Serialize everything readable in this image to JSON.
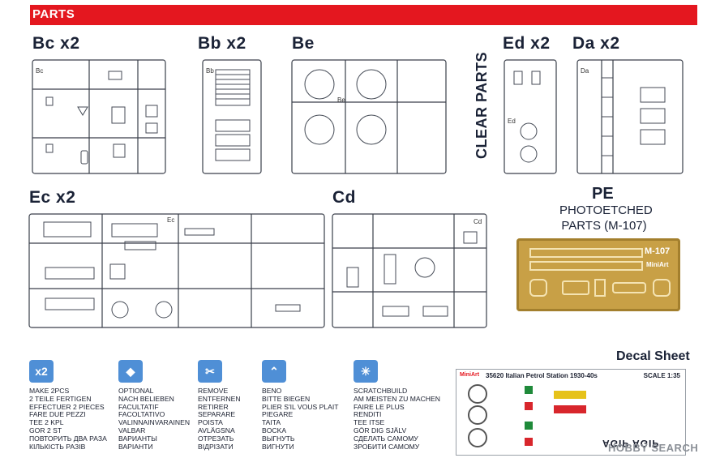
{
  "header": {
    "title": "PARTS"
  },
  "sprues": [
    {
      "id": "bc",
      "label": "Bc x2",
      "marker": "Bc"
    },
    {
      "id": "bb",
      "label": "Bb x2",
      "marker": "Bb"
    },
    {
      "id": "be",
      "label": "Be",
      "marker": "Be"
    },
    {
      "id": "ed",
      "label": "Ed x2",
      "marker": "Ed"
    },
    {
      "id": "da",
      "label": "Da x2",
      "marker": "Da"
    },
    {
      "id": "ec",
      "label": "Ec x2",
      "marker": "Ec"
    },
    {
      "id": "cd",
      "label": "Cd",
      "marker": "Cd"
    }
  ],
  "clear_parts": "CLEAR PARTS",
  "pe": {
    "title": "PE",
    "line1": "PHOTOETCHED",
    "line2": "PARTS (M-107)",
    "fret_code": "M-107",
    "fret_brand": "MiniArt"
  },
  "legend": [
    {
      "icon": "x2-icon",
      "icon_text": "x2",
      "lines": [
        "MAKE 2pcs",
        "2 TEILE FERTIGEN",
        "EFFECTUER 2 PIECES",
        "FARE DUE PEZZI",
        "TEE 2 KPL",
        "GOR 2 ST",
        "ПОВТОРИТЬ ДВА РАЗА",
        "КІЛЬКІСТЬ РАЗІВ"
      ]
    },
    {
      "icon": "optional-icon",
      "icon_text": "◆",
      "lines": [
        "OPTIONAL",
        "NACH BELIEBEN",
        "FACULTATIF",
        "FACOLTATIVO",
        "VALINNAINVARAINEN",
        "VALBAR",
        "ВАРИАНТЫ",
        "ВАРІАНТИ"
      ]
    },
    {
      "icon": "remove-icon",
      "icon_text": "✂",
      "lines": [
        "REMOVE",
        "ENTFERNEN",
        "RETIRER",
        "SEPARARE",
        "POISTA",
        "AVLÄGSNA",
        "ОТРЕЗАТЬ",
        "ВІДРІЗАТИ"
      ]
    },
    {
      "icon": "bend-icon",
      "icon_text": "⌃",
      "lines": [
        "BENO",
        "BITTE BIEGEN",
        "PLIER S'IL VOUS PLAIT",
        "PIEGARE",
        "TAITA",
        "BOCKA",
        "ВЫГНУТЬ",
        "ВИГНУТИ"
      ]
    },
    {
      "icon": "scratchbuild-icon",
      "icon_text": "✳",
      "lines": [
        "SCRATCHBUILD",
        "AM MEISTEN ZU MACHEN",
        "FAIRE LE PLUS",
        "RENDITI",
        "TEE ITSE",
        "GÖR DIG SJÄLV",
        "СДЕЛАТЬ САМОМУ",
        "ЗРОБИТИ САМОМУ"
      ]
    }
  ],
  "decal": {
    "title": "Decal Sheet",
    "brand": "MiniArt",
    "header": "35620 Italian Petrol Station 1930-40s",
    "scale": "SCALE 1:35",
    "bottom_text": "AGIP AGIP"
  },
  "watermark": "HOBBY SEARCH"
}
